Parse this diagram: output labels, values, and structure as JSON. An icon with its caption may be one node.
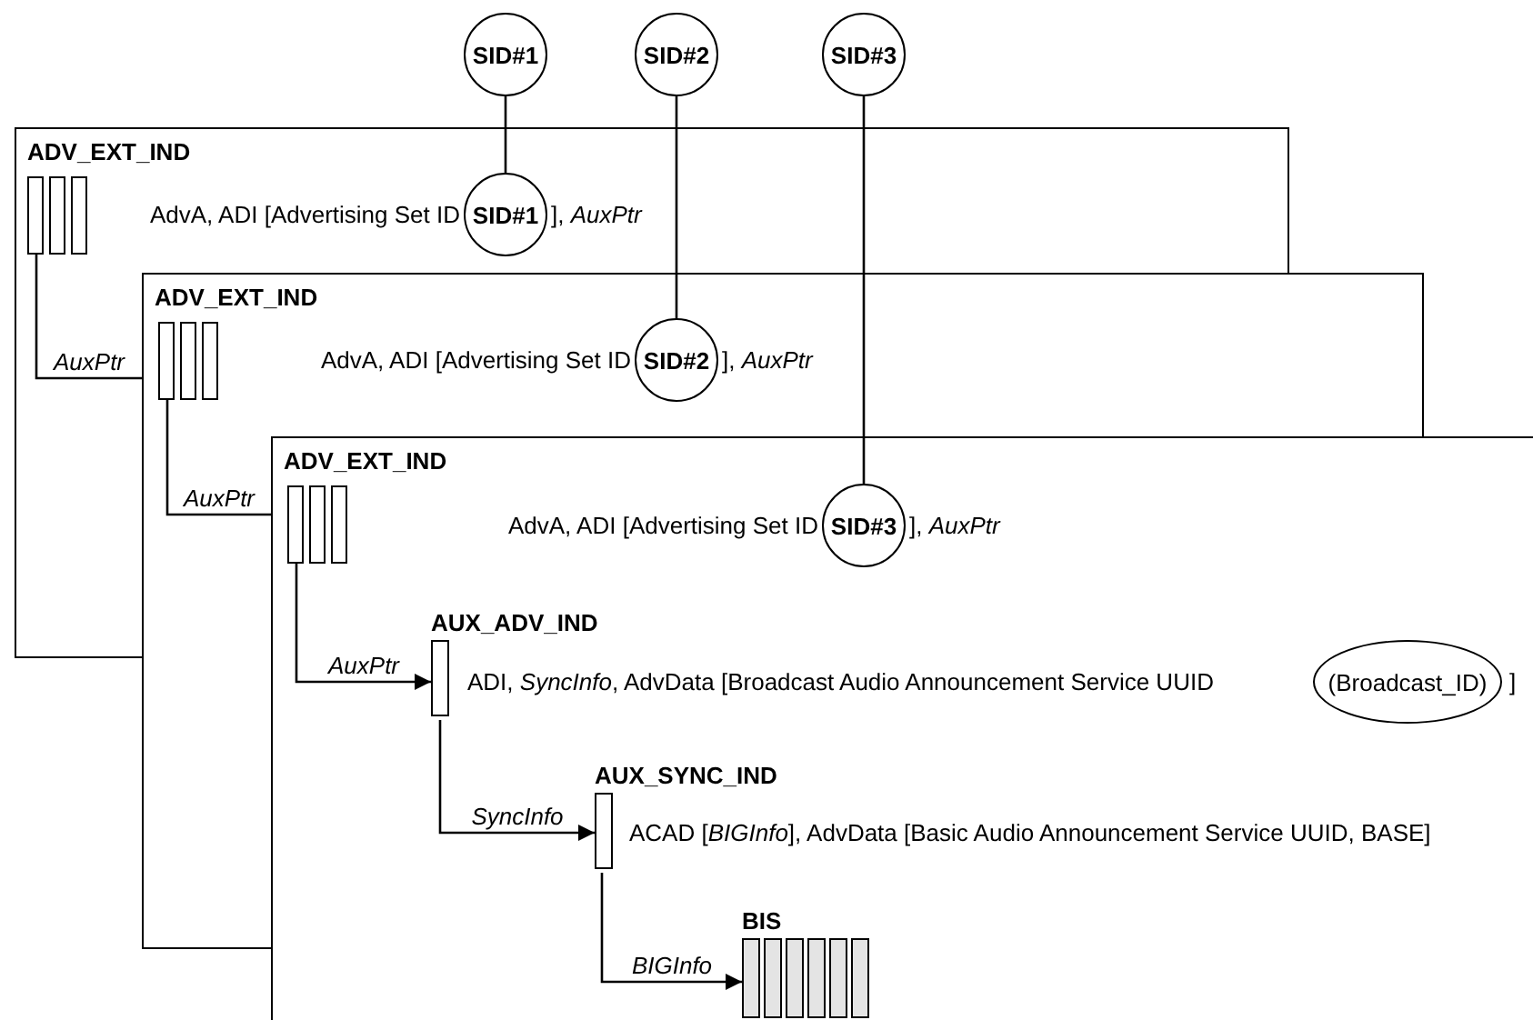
{
  "diagram": {
    "nodes": [
      {
        "text": [
          "SID#1"
        ]
      },
      {
        "text": [
          "SID#2"
        ]
      },
      {
        "text": [
          "SID#3"
        ]
      },
      {
        "text": [
          "ADV_EXT_IND"
        ]
      },
      {
        "text": [],
        "shape": "bar",
        "in": 3
      },
      {
        "text": [
          "SID#1"
        ],
        "in": 3,
        "beside": [
          "AdvA, ADI [Advertising Set ID",
          "], *AuxPtr*"
        ]
      },
      {
        "text": [
          "ADV_EXT_IND"
        ]
      },
      {
        "text": [],
        "shape": "bar",
        "in": 6
      },
      {
        "text": [
          "SID#2"
        ],
        "in": 6,
        "beside": [
          "AdvA, ADI [Advertising Set ID",
          "], *AuxPtr*"
        ]
      },
      {
        "text": [
          "ADV_EXT_IND"
        ]
      },
      {
        "text": [],
        "shape": "bar",
        "in": 9
      },
      {
        "text": [
          "SID#3"
        ],
        "in": 9,
        "beside": [
          "AdvA, ADI [Advertising Set ID",
          "], *AuxPtr*"
        ]
      },
      {
        "text": [
          "AUX_ADV_IND"
        ],
        "in": 9,
        "beside": [
          "ADI, *SyncInfo*, AdvData [Broadcast Audio Announcement Service UUID"
        ]
      },
      {
        "text": [
          "(Broadcast_ID)"
        ],
        "in": 9,
        "beside": [
          "]"
        ]
      },
      {
        "text": [
          "AUX_SYNC_IND"
        ],
        "in": 9,
        "beside": [
          "ACAD [*BIGInfo*], AdvData [Basic Audio Announcement Service UUID, BASE]"
        ]
      },
      {
        "text": [
          "BIS"
        ],
        "in": 9
      }
    ],
    "edges": [
      {
        "from": 0,
        "to": 5,
        "arrow": "none"
      },
      {
        "from": 1,
        "to": 8,
        "arrow": "none"
      },
      {
        "from": 2,
        "to": 11,
        "arrow": "none"
      },
      {
        "from": 4,
        "to": 6,
        "arrow": "none",
        "label": "AuxPtr"
      },
      {
        "from": 7,
        "to": 9,
        "arrow": "none",
        "label": "AuxPtr"
      },
      {
        "from": 10,
        "to": 12,
        "arrow": "to",
        "label": "AuxPtr"
      },
      {
        "from": 12,
        "to": 14,
        "arrow": "to",
        "label": "SyncInfo"
      },
      {
        "from": 14,
        "to": 15,
        "arrow": "to",
        "label": "BIGInfo"
      }
    ]
  }
}
